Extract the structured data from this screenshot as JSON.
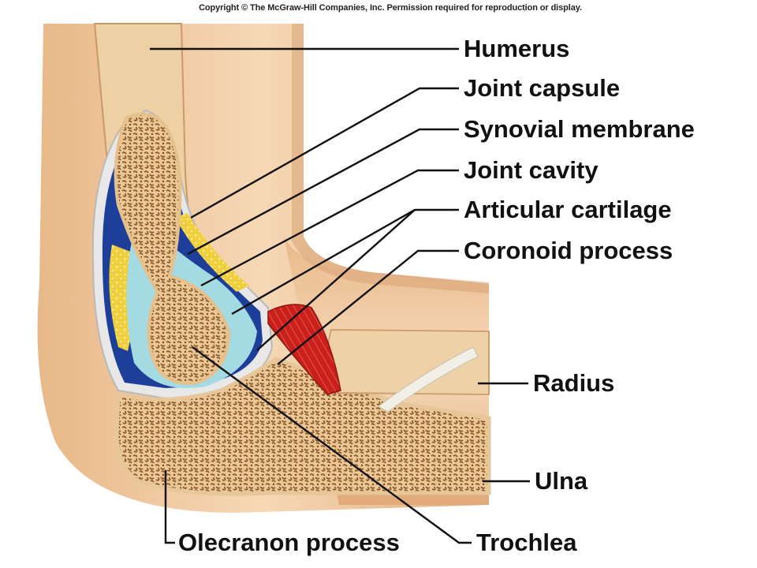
{
  "copyright": "Copyright © The McGraw-Hill Companies, Inc. Permission required for reproduction or display.",
  "labels": {
    "humerus": "Humerus",
    "joint_capsule": "Joint capsule",
    "synovial_membrane": "Synovial membrane",
    "joint_cavity": "Joint cavity",
    "articular_cartilage": "Articular cartilage",
    "coronoid_process": "Coronoid process",
    "radius": "Radius",
    "ulna": "Ulna",
    "olecranon_process": "Olecranon process",
    "trochlea": "Trochlea"
  },
  "colors": {
    "skin": "#f0c8a0",
    "skin_shadow": "#d9a375",
    "bone": "#e9c48f",
    "bone_spongy": "#8a5a2e",
    "cartilage": "#9fd8e0",
    "synovial": "#1d3f9a",
    "fat": "#f2d23a",
    "muscle": "#c9201b",
    "capsule": "#e7e7e7"
  }
}
